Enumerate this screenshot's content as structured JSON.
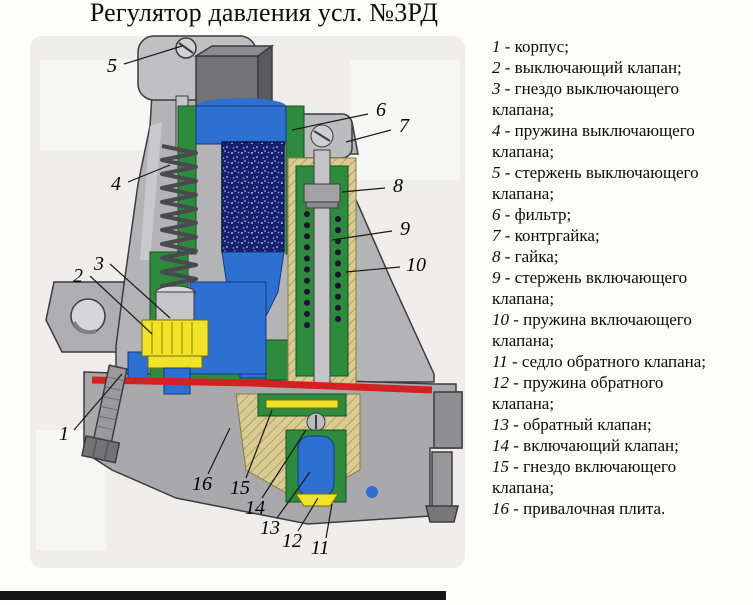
{
  "title": "Регулятор давления усл. №3РД",
  "legend": {
    "items": [
      {
        "num": "1",
        "text": " - корпус;"
      },
      {
        "num": "2",
        "text": " - выключающий клапан;"
      },
      {
        "num": "3",
        "text": " - гнездо выключающего клапана;"
      },
      {
        "num": "4",
        "text": " - пружина выключающего клапана;"
      },
      {
        "num": "5",
        "text": " - стержень выключающего клапана;"
      },
      {
        "num": "6",
        "text": " - фильтр;"
      },
      {
        "num": "7",
        "text": " - контргайка;"
      },
      {
        "num": "8",
        "text": " - гайка;"
      },
      {
        "num": "9",
        "text": " - стержень включающего клапана;"
      },
      {
        "num": "10",
        "text": " - пружина включающего клапана;"
      },
      {
        "num": "11",
        "text": " - седло обратного клапана;"
      },
      {
        "num": "12",
        "text": " - пружина обратного клапана;"
      },
      {
        "num": "13",
        "text": " - обратный клапан;"
      },
      {
        "num": "14",
        "text": " - включающий клапан;"
      },
      {
        "num": "15",
        "text": " - гнездо включающего клапана;"
      },
      {
        "num": "16",
        "text": " - привалочная плита."
      }
    ]
  },
  "callouts": {
    "c1": "1",
    "c2": "2",
    "c3": "3",
    "c4": "4",
    "c5": "5",
    "c6": "6",
    "c7": "7",
    "c8": "8",
    "c9": "9",
    "c10": "10",
    "c11": "11",
    "c12": "12",
    "c13": "13",
    "c14": "14",
    "c15": "15",
    "c16": "16"
  },
  "colors": {
    "body_gray": "#b4b4b6",
    "section_green": "#2e8b3e",
    "passage_blue": "#2e6fd2",
    "valve_yellow": "#f2e32a",
    "gasket_red": "#d42020",
    "filter_navy": "#16216e"
  }
}
